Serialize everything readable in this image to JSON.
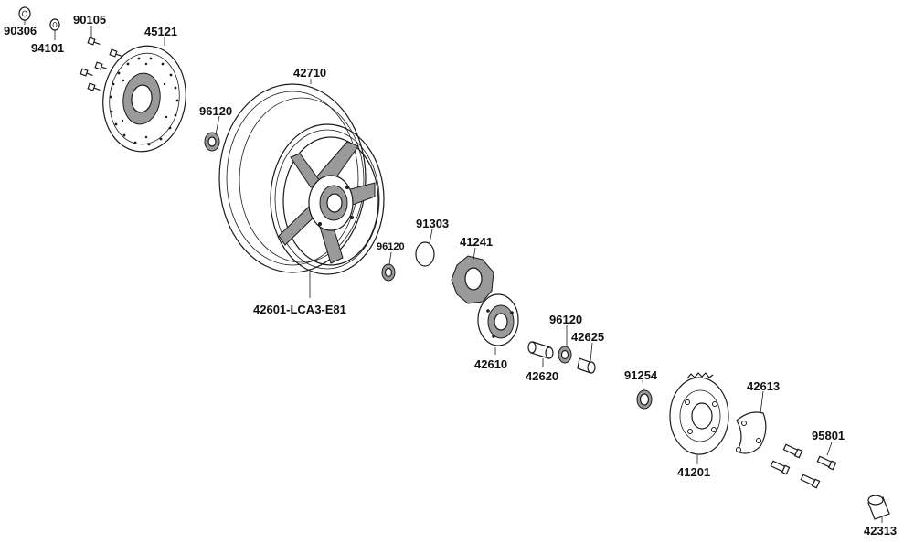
{
  "diagram": {
    "labels": {
      "p90306": "90306",
      "p94101": "94101",
      "p90105": "90105",
      "p45121": "45121",
      "p42710": "42710",
      "p96120_a": "96120",
      "p96120_b": "96120",
      "p96120_c": "96120",
      "p91303": "91303",
      "p41241": "41241",
      "p42601": "42601-LCA3-E81",
      "p42610": "42610",
      "p42620": "42620",
      "p42625": "42625",
      "p91254": "91254",
      "p42613": "42613",
      "p95801": "95801",
      "p41201": "41201",
      "p42313": "42313"
    },
    "colors": {
      "line": "#1a1a1a",
      "shade": "#9a9a9a",
      "light": "#d0d0d0"
    }
  }
}
